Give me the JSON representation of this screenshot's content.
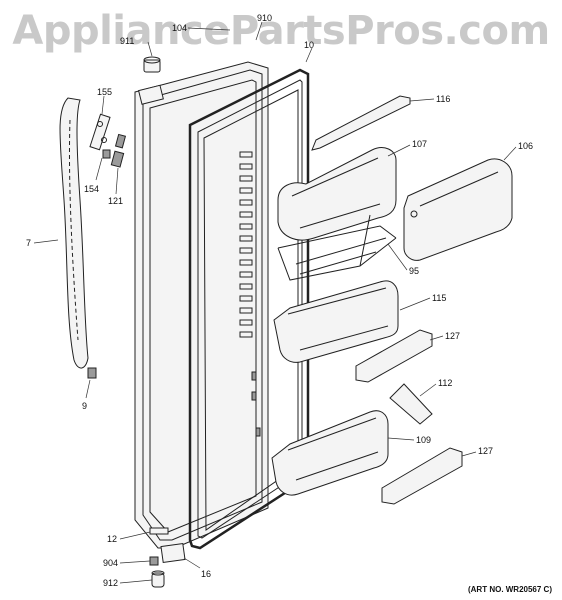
{
  "watermark": "AppliancePartsPros.com",
  "art_number": "(ART NO. WR20567 C)",
  "callouts": [
    {
      "id": "c911",
      "label": "911"
    },
    {
      "id": "c104",
      "label": "104"
    },
    {
      "id": "c910",
      "label": "910"
    },
    {
      "id": "c10",
      "label": "10"
    },
    {
      "id": "c155",
      "label": "155"
    },
    {
      "id": "c154",
      "label": "154"
    },
    {
      "id": "c121",
      "label": "121"
    },
    {
      "id": "c7",
      "label": "7"
    },
    {
      "id": "c9",
      "label": "9"
    },
    {
      "id": "c116",
      "label": "116"
    },
    {
      "id": "c107",
      "label": "107"
    },
    {
      "id": "c106",
      "label": "106"
    },
    {
      "id": "c95",
      "label": "95"
    },
    {
      "id": "c115",
      "label": "115"
    },
    {
      "id": "c127a",
      "label": "127"
    },
    {
      "id": "c112",
      "label": "112"
    },
    {
      "id": "c109",
      "label": "109"
    },
    {
      "id": "c127b",
      "label": "127"
    },
    {
      "id": "c12",
      "label": "12"
    },
    {
      "id": "c904",
      "label": "904"
    },
    {
      "id": "c912",
      "label": "912"
    },
    {
      "id": "c16",
      "label": "16"
    }
  ]
}
